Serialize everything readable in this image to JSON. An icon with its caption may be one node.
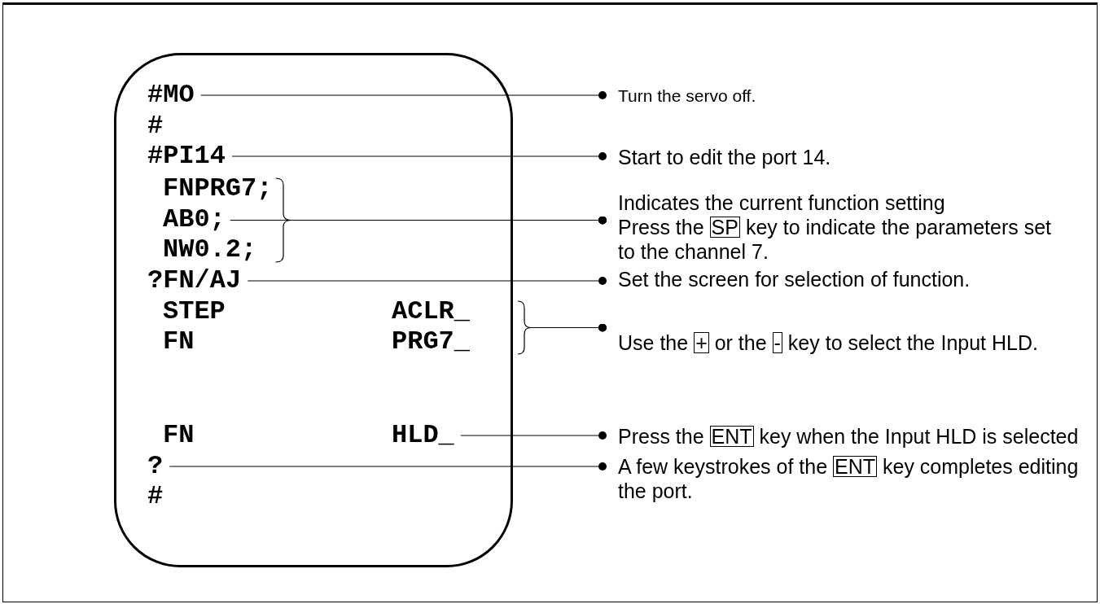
{
  "diagram": {
    "nodes": [
      {
        "text": [],
        "shape": "box"
      },
      {
        "text": [
          "#MO"
        ],
        "in": 0
      },
      {
        "text": [
          "#"
        ],
        "in": 0
      },
      {
        "text": [
          "#PI14"
        ],
        "in": 0
      },
      {
        "text": [
          "FNPRG7;"
        ],
        "in": 0
      },
      {
        "text": [
          "AB0;"
        ],
        "in": 0
      },
      {
        "text": [
          "NW0.2;"
        ],
        "in": 0
      },
      {
        "text": [
          "?FN/AJ"
        ],
        "in": 0
      },
      {
        "text": [
          "STEP"
        ],
        "in": 0
      },
      {
        "text": [
          "ACLR_"
        ],
        "in": 0
      },
      {
        "text": [
          "FN"
        ],
        "in": 0
      },
      {
        "text": [
          "PRG7_"
        ],
        "in": 0
      },
      {
        "text": [
          "FN"
        ],
        "in": 0
      },
      {
        "text": [
          "HLD_"
        ],
        "in": 0
      },
      {
        "text": [
          "?"
        ],
        "in": 0
      },
      {
        "text": [
          "#"
        ],
        "in": 0
      },
      {
        "text": [
          "Turn the servo off."
        ]
      },
      {
        "text": [
          "Start to edit the port 14."
        ]
      },
      {
        "text": [
          "Indicates the current function setting",
          "Press the",
          "SP",
          "key to indicate the parameters set to the channel 7."
        ]
      },
      {
        "text": [
          "Set the screen for selection of function."
        ]
      },
      {
        "text": [
          "Use the",
          "+",
          "or the",
          "-",
          "key to select the Input HLD."
        ]
      },
      {
        "text": [
          "Press the",
          "ENT",
          "key when the Input HLD is selected"
        ]
      },
      {
        "text": [
          "A few keystrokes of the",
          "ENT",
          "key completes editing the port."
        ]
      }
    ],
    "edges": [
      {
        "from": 1,
        "to": 16,
        "arrow": "other"
      },
      {
        "from": 3,
        "to": 17,
        "arrow": "other"
      },
      {
        "from": 4,
        "to": 18,
        "arrow": "other"
      },
      {
        "from": 5,
        "to": 18,
        "arrow": "other"
      },
      {
        "from": 6,
        "to": 18,
        "arrow": "other"
      },
      {
        "from": 7,
        "to": 19,
        "arrow": "other"
      },
      {
        "from": 9,
        "to": 20,
        "arrow": "other"
      },
      {
        "from": 11,
        "to": 20,
        "arrow": "other"
      },
      {
        "from": 13,
        "to": 21,
        "arrow": "other"
      },
      {
        "from": 14,
        "to": 22,
        "arrow": "other"
      }
    ]
  }
}
